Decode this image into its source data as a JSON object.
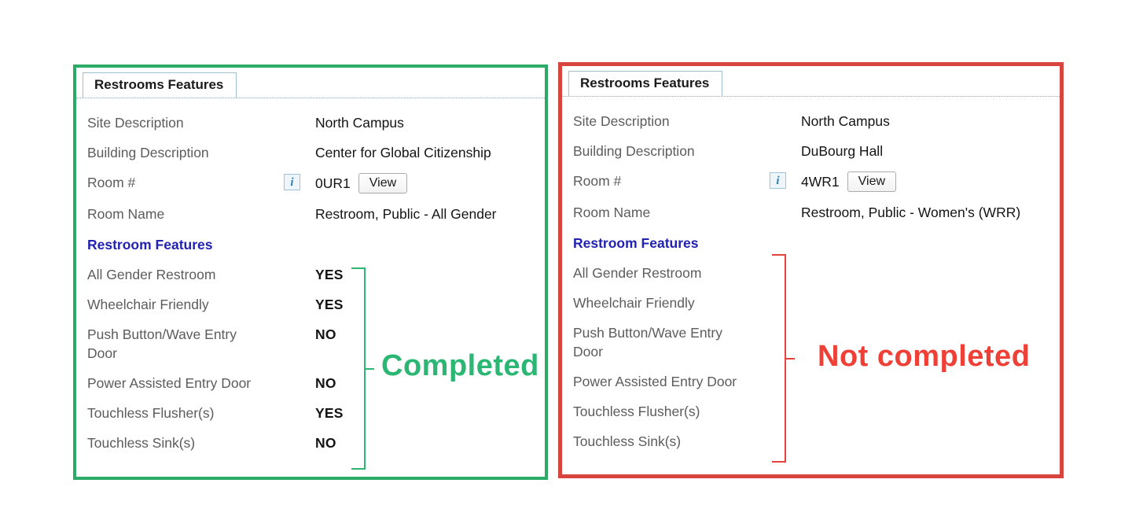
{
  "colors": {
    "completed_green": "#2bb673",
    "not_completed_red": "#ee4036",
    "panel_border_green": "#2bab66",
    "panel_border_red": "#d8453f",
    "section_heading_blue": "#2222b2",
    "label_gray": "#5c5c5c",
    "info_icon_blue": "#2e7fb0"
  },
  "icons": {
    "info_glyph": "i"
  },
  "panels": [
    {
      "status": "completed",
      "tab_label": "Restrooms Features",
      "info_rows": [
        {
          "label": "Site Description",
          "value": "North Campus"
        },
        {
          "label": "Building Description",
          "value": "Center for Global Citizenship"
        },
        {
          "label": "Room #",
          "value": "0UR1",
          "button_label": "View"
        },
        {
          "label": "Room Name",
          "value": "Restroom, Public - All Gender"
        }
      ],
      "section_heading": "Restroom Features",
      "feature_rows": [
        {
          "label": "All Gender Restroom",
          "value": "YES"
        },
        {
          "label": "Wheelchair Friendly",
          "value": "YES"
        },
        {
          "label": "Push Button/Wave Entry Door",
          "value": "NO"
        },
        {
          "label": "Power Assisted Entry Door",
          "value": "NO"
        },
        {
          "label": "Touchless Flusher(s)",
          "value": "YES"
        },
        {
          "label": "Touchless Sink(s)",
          "value": "NO"
        }
      ],
      "annotation": "Completed"
    },
    {
      "status": "not-completed",
      "tab_label": "Restrooms Features",
      "info_rows": [
        {
          "label": "Site Description",
          "value": "North Campus"
        },
        {
          "label": "Building Description",
          "value": "DuBourg Hall"
        },
        {
          "label": "Room #",
          "value": "4WR1",
          "button_label": "View"
        },
        {
          "label": "Room Name",
          "value": "Restroom, Public - Women's (WRR)"
        }
      ],
      "section_heading": "Restroom Features",
      "feature_rows": [
        {
          "label": "All Gender Restroom",
          "value": ""
        },
        {
          "label": "Wheelchair Friendly",
          "value": ""
        },
        {
          "label": "Push Button/Wave Entry Door",
          "value": ""
        },
        {
          "label": "Power Assisted Entry Door",
          "value": ""
        },
        {
          "label": "Touchless Flusher(s)",
          "value": ""
        },
        {
          "label": "Touchless Sink(s)",
          "value": ""
        }
      ],
      "annotation": "Not completed"
    }
  ]
}
